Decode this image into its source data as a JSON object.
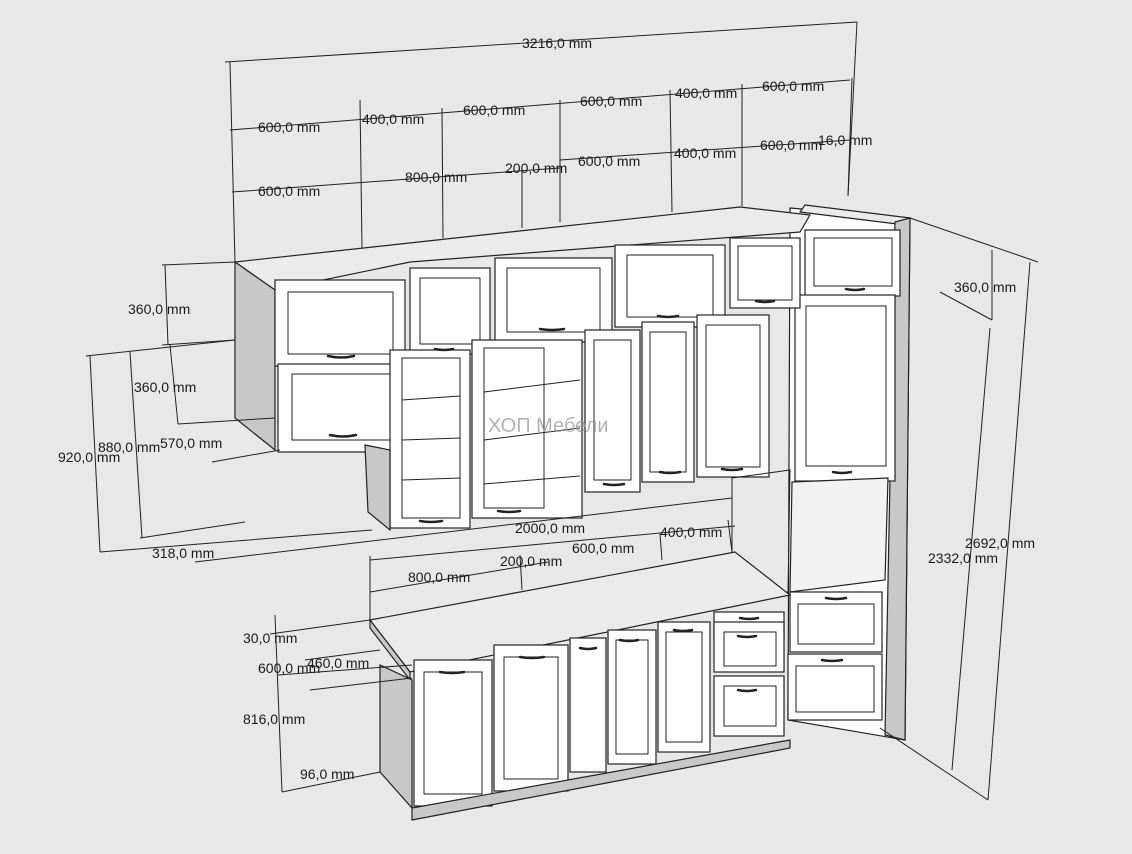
{
  "watermark": "ХОП Мебели",
  "colors": {
    "background": "#e8e8e8",
    "cabinet_front": "#ffffff",
    "cabinet_side": "#c8c8c8",
    "cabinet_top": "#ebebeb",
    "line": "#222222"
  },
  "dimensions": {
    "total_width": "3216,0 mm",
    "top_row": [
      "600,0 mm",
      "400,0 mm",
      "600,0 mm",
      "600,0 mm",
      "400,0 mm",
      "600,0 mm"
    ],
    "second_row": [
      "200,0 mm",
      "600,0 mm",
      "400,0 mm",
      "600,0 mm",
      "16,0 mm"
    ],
    "third_row": [
      "600,0 mm",
      "800,0 mm"
    ],
    "upper_height_1": "360,0 mm",
    "upper_height_2": "360,0 mm",
    "upper_depth": "570,0 mm",
    "upper_total_880": "880,0 mm",
    "upper_total_920": "920,0 mm",
    "upper_offset": "318,0 mm",
    "column_top_height": "360,0 mm",
    "column_height_2692": "2692,0 mm",
    "column_height_2332": "2332,0 mm",
    "counter_width": "2000,0 mm",
    "counter_400": "400,0 mm",
    "counter_600": "600,0 mm",
    "counter_200": "200,0 mm",
    "counter_800": "800,0 mm",
    "worktop": "30,0 mm",
    "base_depth_600": "600,0 mm",
    "base_depth_460": "460,0 mm",
    "base_height": "816,0 mm",
    "plinth": "96,0 mm"
  }
}
